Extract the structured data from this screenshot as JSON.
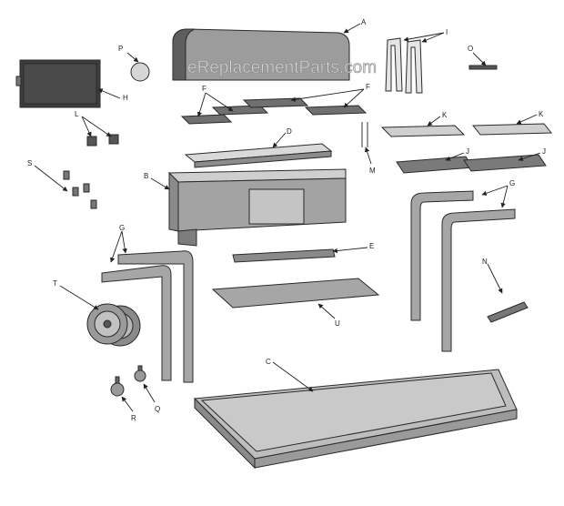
{
  "watermark": "eReplacementParts.com",
  "colors": {
    "part_fill": "#a9a9a9",
    "part_dark": "#6f6f6f",
    "part_light": "#cfcfcf",
    "outline": "#2a2a2a"
  },
  "labels": {
    "A": "A",
    "B": "B",
    "C": "C",
    "D": "D",
    "E": "E",
    "F1": "F",
    "F2": "F",
    "G1": "G",
    "G2": "G",
    "H": "H",
    "I": "I",
    "J1": "J",
    "J2": "J",
    "K1": "K",
    "K2": "K",
    "L": "L",
    "M": "M",
    "N": "N",
    "O": "O",
    "P": "P",
    "Q": "Q",
    "R": "R",
    "S": "S",
    "T": "T",
    "U": "U"
  }
}
